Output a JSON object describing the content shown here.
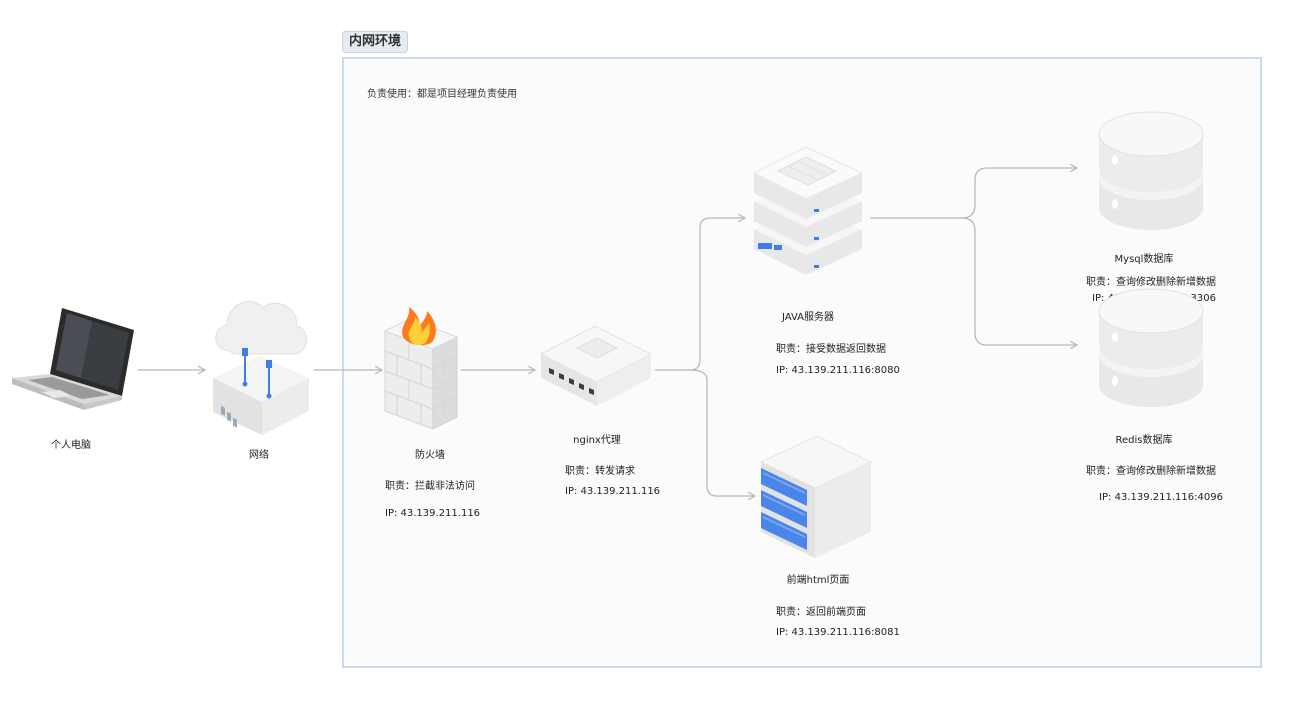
{
  "zone": {
    "title": "内网环境",
    "note": "负责使用：都是项目经理负责使用"
  },
  "nodes": {
    "pc": {
      "name": "个人电脑"
    },
    "network": {
      "name": "网络"
    },
    "firewall": {
      "name": "防火墙",
      "duty": "职责：拦截非法访问",
      "ip": "IP: 43.139.211.116"
    },
    "nginx": {
      "name": "nginx代理",
      "duty": "职责：转发请求",
      "ip": "IP: 43.139.211.116"
    },
    "java": {
      "name": "JAVA服务器",
      "duty": "职责：接受数据返回数据",
      "ip": "IP: 43.139.211.116:8080"
    },
    "frontend": {
      "name": "前端html页面",
      "duty": "职责：返回前端页面",
      "ip": "IP: 43.139.211.116:8081"
    },
    "mysql": {
      "name": "Mysql数据库",
      "duty": "职责：查询修改删除新增数据",
      "ip": "IP: 43.139.211.116:3306"
    },
    "redis": {
      "name": "Redis数据库",
      "duty": "职责：查询修改删除新增数据",
      "ip": "IP: 43.139.211.116:4096"
    }
  },
  "colors": {
    "connector": "#b8b8b8",
    "zone_border": "#c9d9f2",
    "accent_blue": "#3d7ee8",
    "flame": "#ff7a1a"
  },
  "icons": {
    "pc": "laptop-icon",
    "network": "cloud-router-icon",
    "firewall": "firewall-icon",
    "nginx": "switch-icon",
    "java": "server-stack-icon",
    "frontend": "server-blue-icon",
    "mysql": "database-icon",
    "redis": "database-icon"
  }
}
